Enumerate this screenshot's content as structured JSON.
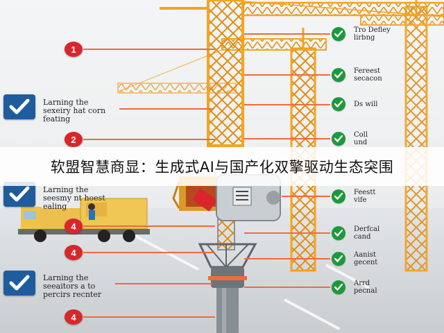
{
  "banner": {
    "title": "软盟智慧商显：生成式AI与国产化双擎驱动生态突围"
  },
  "left_callouts": [
    {
      "type": "number",
      "text": "1"
    },
    {
      "type": "check",
      "text": "Larning the\nsexeiry hat corn\nfeating"
    },
    {
      "type": "number",
      "text": "2"
    },
    {
      "type": "check",
      "text": "Larning the\nseesmy nt hoest\nealing"
    },
    {
      "type": "number",
      "text": "4"
    },
    {
      "type": "number",
      "text": "4"
    },
    {
      "type": "check",
      "text": "Larning the\nseeaitors a to\npercirs recnter"
    },
    {
      "type": "number",
      "text": "4"
    }
  ],
  "right_callouts": [
    {
      "text": "Tro Defley\nlirbng"
    },
    {
      "text": "Fereest\nsecacon"
    },
    {
      "text": "Ds will"
    },
    {
      "text": "Coll\nund"
    },
    {
      "text": "Feestt\nvife"
    },
    {
      "text": "Derfcal\ncand"
    },
    {
      "text": "Aanist\ngecent"
    },
    {
      "text": "Arrd\npecnal"
    }
  ],
  "colors": {
    "crane": "#f5a31f",
    "badge_red": "#d8262a",
    "check_blue": "#1f5c9e",
    "check_green": "#1b9a3b",
    "leader": "#ef6b3a"
  },
  "icons": [
    "checkmark-icon",
    "tower-crane",
    "cctv-camera",
    "truck"
  ]
}
